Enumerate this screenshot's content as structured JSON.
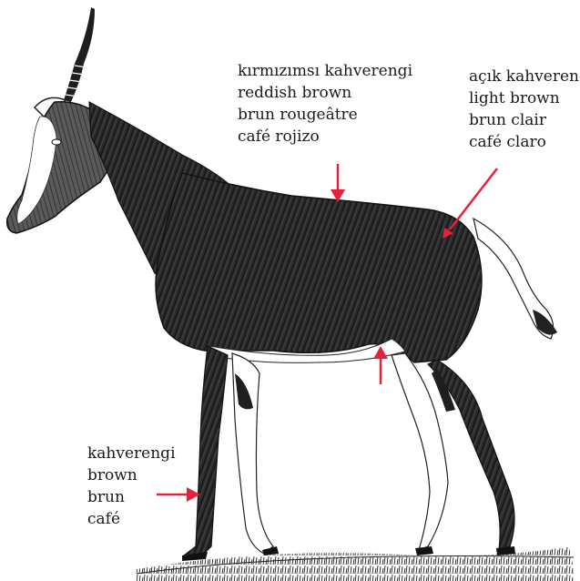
{
  "labels": {
    "back": {
      "tr": "kırmızımsı kahverengi",
      "en": "reddish brown",
      "fr": "brun rougeâtre",
      "es": "café rojizo"
    },
    "rump": {
      "tr": "açık kahverengi",
      "en": "light brown",
      "fr": "brun clair",
      "es": "café claro"
    },
    "legs": {
      "tr": "kahverengi",
      "en": "brown",
      "fr": "brun",
      "es": "café"
    }
  },
  "colors": {
    "arrow": "#e8213a",
    "ink": "#1a1a1a",
    "belly": "#ffffff"
  },
  "icons": {
    "arrow": "arrow-icon",
    "animal": "blesbok-illustration"
  }
}
